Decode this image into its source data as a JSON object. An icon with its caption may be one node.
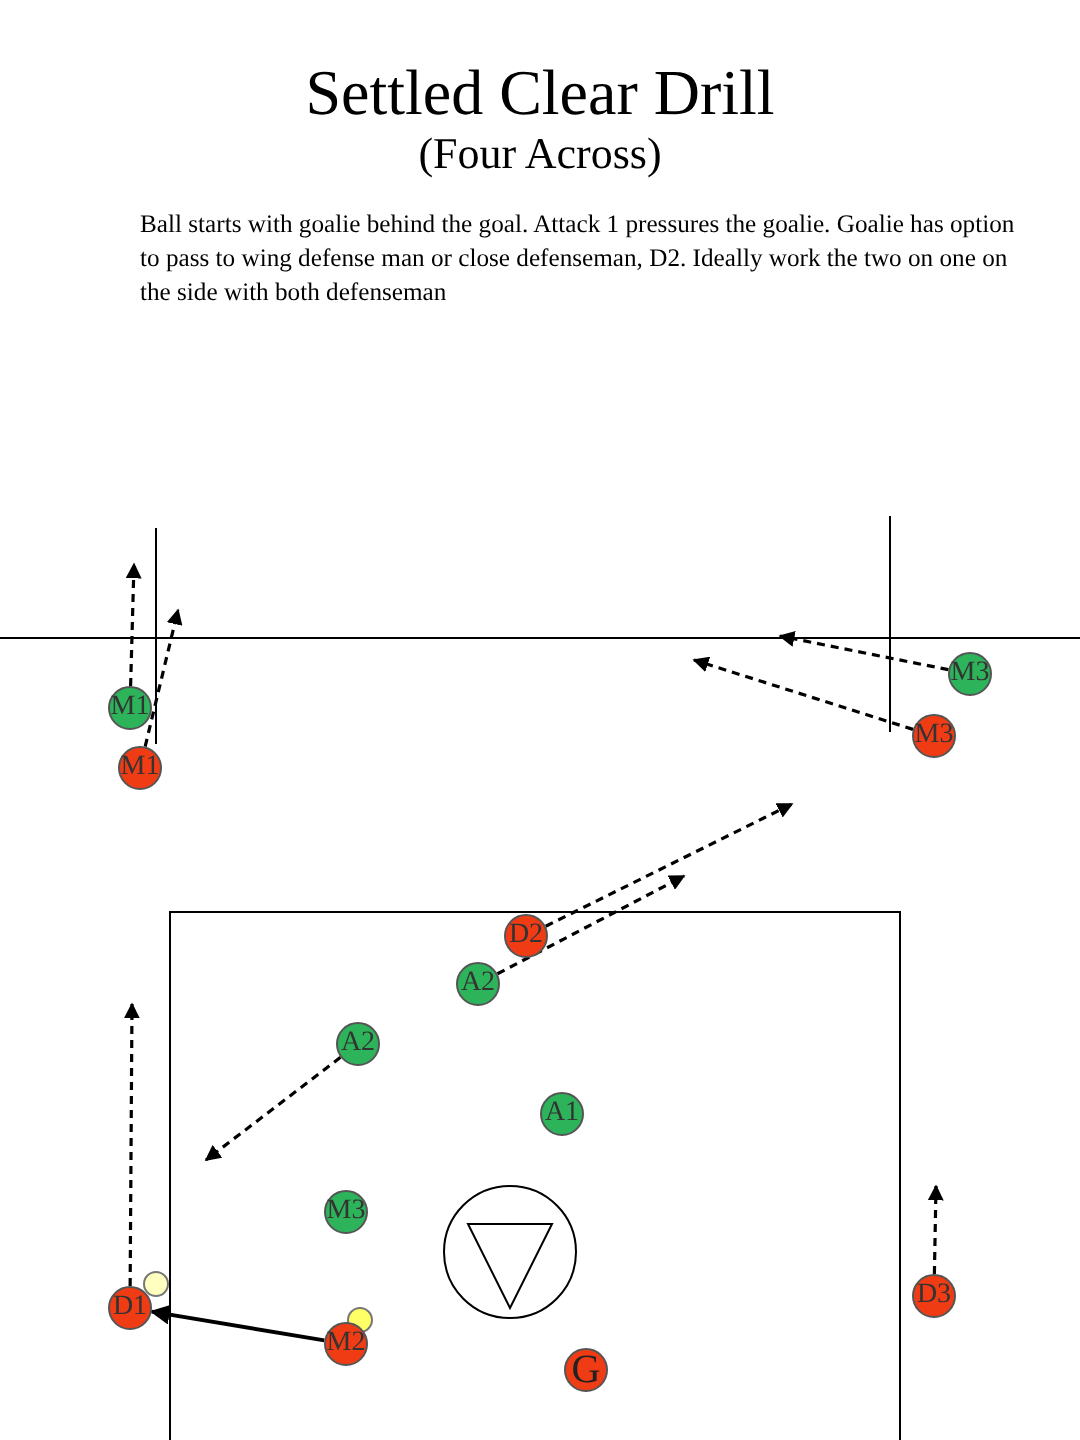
{
  "diagram": {
    "title": "Settled Clear Drill",
    "nodes": [
      {
        "text": [
          "M3"
        ]
      },
      {
        "text": [
          "M1"
        ]
      },
      {
        "text": [
          "M3"
        ]
      },
      {
        "text": [
          "M1"
        ]
      },
      {
        "text": [
          "D2"
        ]
      },
      {
        "text": [
          "A2"
        ]
      },
      {
        "text": [
          "A2"
        ]
      },
      {
        "text": [
          "A1"
        ]
      },
      {
        "text": [
          "M3"
        ]
      },
      {
        "text": [
          "D3"
        ]
      },
      {
        "text": [
          "D1"
        ]
      },
      {
        "text": [
          "M2"
        ]
      },
      {
        "text": [
          "G"
        ]
      }
    ],
    "edges": [
      {
        "from": 0,
        "to": null,
        "arrow": "to",
        "style": "dashed"
      },
      {
        "from": 1,
        "to": null,
        "arrow": "to",
        "style": "dashed"
      },
      {
        "from": 2,
        "to": null,
        "arrow": "to",
        "style": "dashed"
      },
      {
        "from": 3,
        "to": null,
        "arrow": "to",
        "style": "dashed"
      },
      {
        "from": 4,
        "to": null,
        "arrow": "to",
        "style": "dashed"
      },
      {
        "from": 5,
        "to": null,
        "arrow": "to",
        "style": "dashed"
      },
      {
        "from": 6,
        "to": null,
        "arrow": "to",
        "style": "dashed"
      },
      {
        "from": 10,
        "to": null,
        "arrow": "to",
        "style": "dashed"
      },
      {
        "from": 9,
        "to": null,
        "arrow": "to",
        "style": "dashed"
      },
      {
        "from": 11,
        "to": 10,
        "arrow": "to"
      }
    ],
    "labels": [
      "(Four Across)",
      "Ball starts with goalie behind the goal.  Attack 1 pressures the goalie. Goalie has option to pass to wing defense man or close defenseman, D2.  Ideally work the two on one on the side with both defenseman"
    ]
  }
}
